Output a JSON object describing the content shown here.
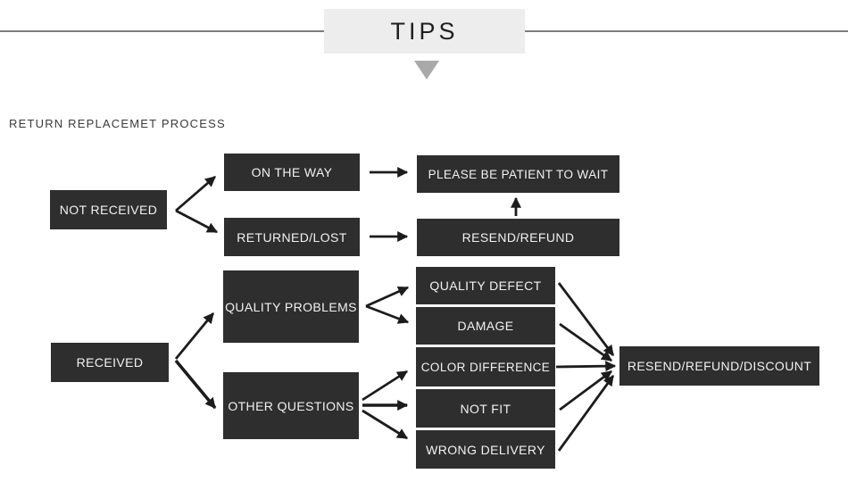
{
  "header": {
    "banner_title": "TIPS",
    "section_title": "RETURN REPLACEMET PROCESS"
  },
  "flowchart": {
    "nodes": {
      "not_received": "NOT RECEIVED",
      "on_the_way": "ON THE WAY",
      "returned_lost": "RETURNED/LOST",
      "please_wait": "PLEASE BE PATIENT TO WAIT",
      "resend_refund": "RESEND/REFUND",
      "received": "RECEIVED",
      "quality_problems": "QUALITY PROBLEMS",
      "quality_defect": "QUALITY DEFECT",
      "damage": "DAMAGE",
      "other_questions": "OTHER QUESTIONS",
      "color_difference": "COLOR DIFFERENCE",
      "not_fit": "NOT FIT",
      "wrong_delivery": "WRONG DELIVERY",
      "resend_refund_discount": "RESEND/REFUND/DISCOUNT"
    },
    "edges": [
      [
        "not_received",
        "on_the_way"
      ],
      [
        "not_received",
        "returned_lost"
      ],
      [
        "on_the_way",
        "please_wait"
      ],
      [
        "returned_lost",
        "resend_refund"
      ],
      [
        "resend_refund",
        "please_wait"
      ],
      [
        "received",
        "quality_problems"
      ],
      [
        "received",
        "other_questions"
      ],
      [
        "quality_problems",
        "quality_defect"
      ],
      [
        "quality_problems",
        "damage"
      ],
      [
        "other_questions",
        "color_difference"
      ],
      [
        "other_questions",
        "not_fit"
      ],
      [
        "other_questions",
        "wrong_delivery"
      ],
      [
        "quality_defect",
        "resend_refund_discount"
      ],
      [
        "damage",
        "resend_refund_discount"
      ],
      [
        "color_difference",
        "resend_refund_discount"
      ],
      [
        "not_fit",
        "resend_refund_discount"
      ],
      [
        "wrong_delivery",
        "resend_refund_discount"
      ]
    ]
  },
  "colors": {
    "node_background": "#2e2e2e",
    "node_text": "#f2f2f2",
    "banner_background": "#ededed",
    "banner_text": "#1f1f1f",
    "divider_line": "#7d7d7d",
    "pointer_triangle": "#a9a9a9",
    "arrow": "#1c1c1c",
    "page_background": "#ffffff"
  }
}
